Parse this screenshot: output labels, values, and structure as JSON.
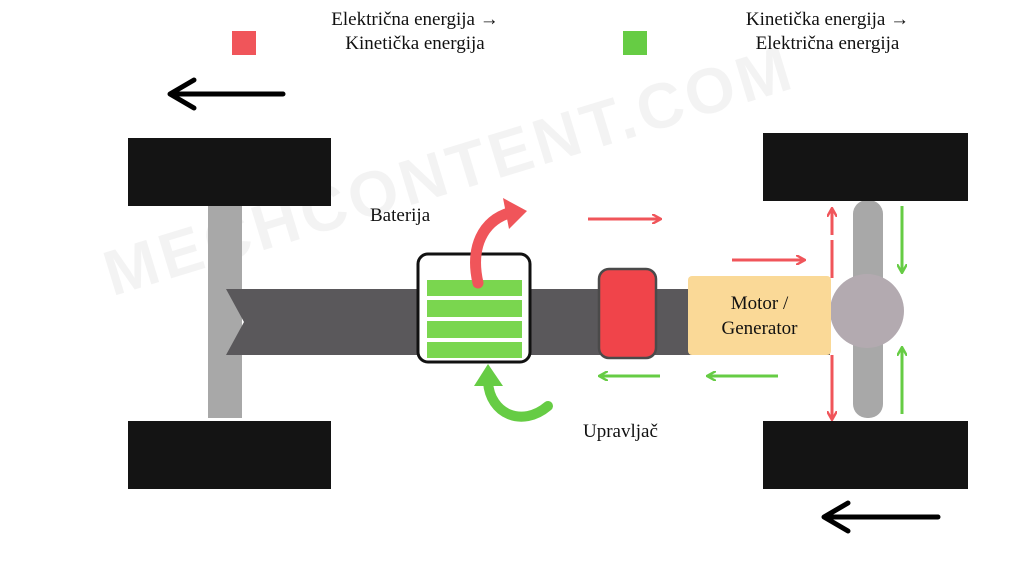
{
  "legend": [
    {
      "color": "#f0555a",
      "line1": "Električna energija →",
      "line2": "Kinetička energija"
    },
    {
      "color": "#66cc44",
      "line1": "Kinetička energija →",
      "line2": "Električna energija"
    }
  ],
  "labels": {
    "battery": "Baterija",
    "controller": "Upravljač",
    "motor_line1": "Motor /",
    "motor_line2": "Generator"
  },
  "watermark": "MECHCONTENT.COM",
  "colors": {
    "wheel": "#141414",
    "axle": "#a8a8a8",
    "chassis": "#5a585b",
    "battery_cell": "#7ad64f",
    "controller": "#f0444a",
    "motor_box": "#fad997",
    "differential": "#b3aab0",
    "red_arrow": "#f0555a",
    "green_arrow": "#66cc44",
    "motion_arrow": "#000000"
  }
}
